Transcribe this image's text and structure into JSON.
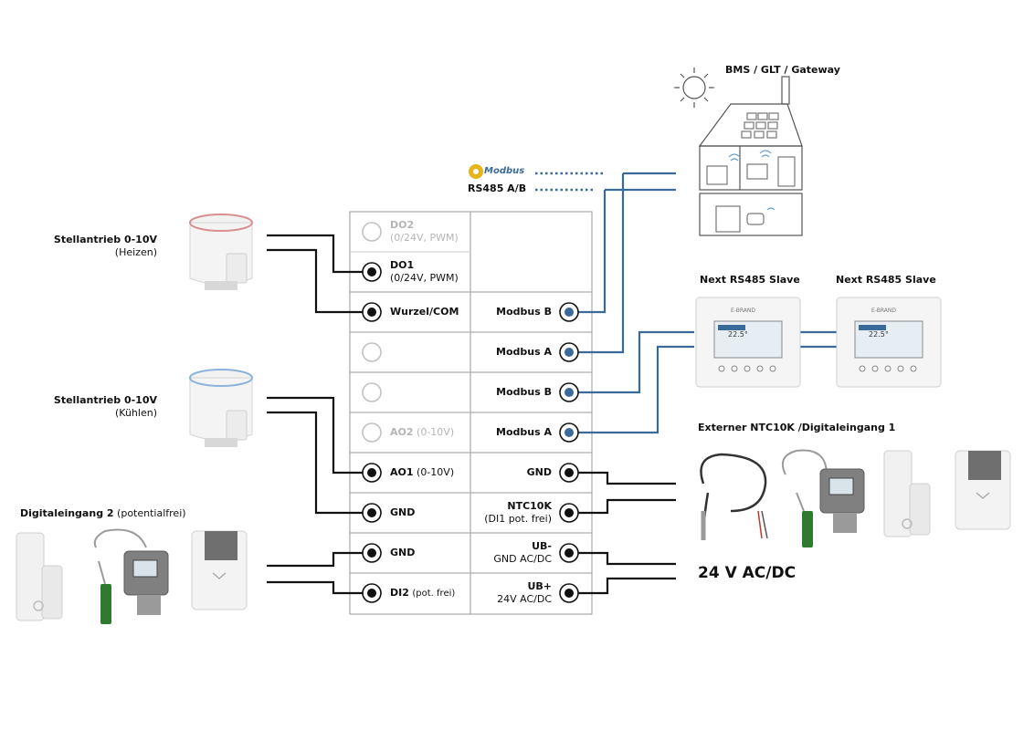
{
  "gateway": {
    "title": "BMS / GLT / Gateway"
  },
  "modbus": {
    "logo_text": "Modbus",
    "rs485": "RS485 A/B"
  },
  "actuator_heat": {
    "title": "Stellantrieb 0-10V",
    "sub": "(Heizen)"
  },
  "actuator_cool": {
    "title": "Stellantrieb 0-10V",
    "sub": "(Kühlen)"
  },
  "digital_input_2": {
    "title": "Digitaleingang 2",
    "sub": "(potentialfrei)"
  },
  "slave1": {
    "title": "Next RS485 Slave"
  },
  "slave2": {
    "title": "Next RS485 Slave"
  },
  "sensor_right": {
    "title": "Externer NTC10K /Digitaleingang 1"
  },
  "power": {
    "label": "24 V AC/DC"
  },
  "display": {
    "temp": "22.5°",
    "brand": "E-BRAND"
  },
  "terminals_left": [
    {
      "name": "DO2",
      "sub": "(0/24V, PWM)",
      "active": false
    },
    {
      "name": "DO1",
      "sub": "(0/24V, PWM)",
      "active": true
    },
    {
      "name": "Wurzel/COM",
      "sub": "",
      "active": true
    },
    {
      "name": "",
      "sub": "",
      "active": false
    },
    {
      "name": "",
      "sub": "",
      "active": false
    },
    {
      "name": "AO2",
      "sub": "(0-10V)",
      "active": false
    },
    {
      "name": "AO1",
      "sub": "(0-10V)",
      "active": true
    },
    {
      "name": "GND",
      "sub": "",
      "active": true
    },
    {
      "name": "GND",
      "sub": "",
      "active": true
    },
    {
      "name": "DI2",
      "sub": "(pot. frei)",
      "active": true
    }
  ],
  "terminals_right": [
    {
      "name": "Modbus B",
      "sub": "",
      "type": "modbus"
    },
    {
      "name": "Modbus A",
      "sub": "",
      "type": "modbus"
    },
    {
      "name": "Modbus B",
      "sub": "",
      "type": "modbus"
    },
    {
      "name": "Modbus A",
      "sub": "",
      "type": "modbus"
    },
    {
      "name": "GND",
      "sub": "",
      "type": "black"
    },
    {
      "name": "NTC10K",
      "sub": "(DI1 pot. frei)",
      "type": "black"
    },
    {
      "name": "UB-",
      "sub": "GND AC/DC",
      "type": "black"
    },
    {
      "name": "UB+",
      "sub": "24V AC/DC",
      "type": "black"
    }
  ],
  "colors": {
    "modbus": "#3a6a9a",
    "wire": "#111111",
    "grid": "#9a9a9a",
    "inactive": "#bcbcbc"
  }
}
